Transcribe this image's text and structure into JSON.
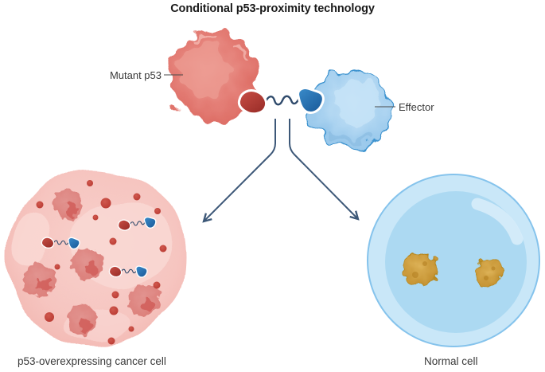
{
  "title": "Conditional p53-proximity technology",
  "labels": {
    "mutant_p53": "Mutant p53",
    "effector": "Effector",
    "cancer_cell": "p53-overexpressing cancer cell",
    "normal_cell": "Normal cell"
  },
  "colors": {
    "mutant_p53": "#DD6B63",
    "mutant_p53_light": "#EC9B92",
    "binder_red": "#B8423B",
    "binder_blue": "#2A7ABF",
    "linker_wave": "#2F4A6B",
    "effector": "#9FCDEF",
    "effector_outline": "#3E93CF",
    "cancer_cell": "#F6C6C1",
    "p53_aggregate": "#E08B86",
    "red_granule": "#C4453D",
    "normal_cell_outer": "#C9E7F8",
    "normal_cell_inner": "#ACD9F2",
    "normal_cell_outline": "#85C3EC",
    "wild_type_p53": "#CD9C3B",
    "arrow": "#3D5878",
    "leader_line": "#4A4A4A",
    "label_text": "#3A3A3A",
    "title_text": "#1A1A1A"
  },
  "figure": {
    "type": "schematic-diagram",
    "complex_parts": [
      "Mutant p53",
      "red p53 binder",
      "flexible linker",
      "blue effector binder",
      "Effector"
    ],
    "cancer_cell": {
      "p53_aggregates": 5,
      "bound_molecules": 3,
      "red_granules": 15
    },
    "normal_cell": {
      "wild_type_p53_spots": 2
    }
  }
}
